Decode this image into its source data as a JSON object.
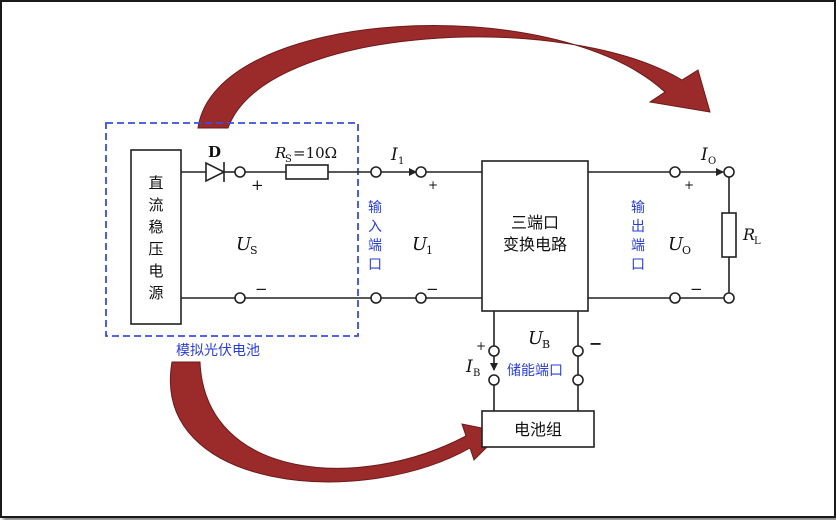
{
  "colors": {
    "arrow": "#9b2a2a",
    "dashed_box": "#3a4de0",
    "port_label": "#2a3fd9",
    "wire": "#222222"
  },
  "labels": {
    "dc_source": [
      "直",
      "流",
      "稳",
      "压",
      "电",
      "源"
    ],
    "diode": "D",
    "rs_symbol": "R",
    "rs_sub": "S",
    "rs_value": "=10Ω",
    "us_symbol": "U",
    "us_sub": "S",
    "pv_label": "模拟光伏电池",
    "input_port": [
      "输",
      "入",
      "端",
      "口"
    ],
    "i1_symbol": "I",
    "i1_sub": "1",
    "u1_symbol": "U",
    "u1_sub": "1",
    "converter_line1": "三端口",
    "converter_line2": "变换电路",
    "output_port": [
      "输",
      "出",
      "端",
      "口"
    ],
    "io_symbol": "I",
    "io_sub": "O",
    "uo_symbol": "U",
    "uo_sub": "O",
    "rl_symbol": "R",
    "rl_sub": "L",
    "ub_symbol": "U",
    "ub_sub": "B",
    "ib_symbol": "I",
    "ib_sub": "B",
    "storage_port": "储能端口",
    "battery": "电池组",
    "plus": "+",
    "minus": "−"
  }
}
